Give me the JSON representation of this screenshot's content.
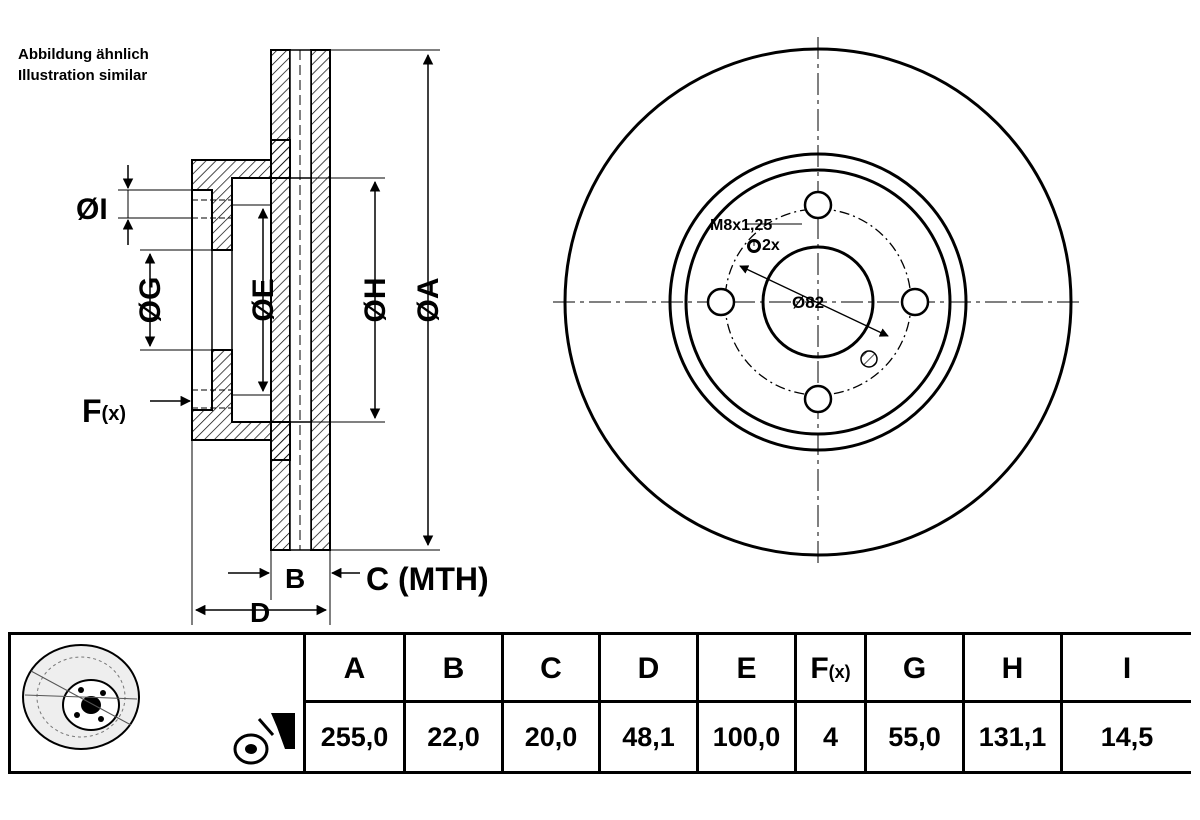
{
  "caption": {
    "line1": "Abbildung ähnlich",
    "line2": "Illustration similar"
  },
  "side_view_labels": {
    "I": "ØI",
    "G": "ØG",
    "E": "ØE",
    "H": "ØH",
    "A": "ØA",
    "F": "F",
    "F_sub": "(x)",
    "B": "B",
    "C": "C (MTH)",
    "D": "D"
  },
  "front_view_labels": {
    "thread": "M8x1,25",
    "thread_count": "2x",
    "center_bore": "Ø82"
  },
  "table": {
    "headers": [
      {
        "key": "A",
        "label": "A"
      },
      {
        "key": "B",
        "label": "B"
      },
      {
        "key": "C",
        "label": "C"
      },
      {
        "key": "D",
        "label": "D"
      },
      {
        "key": "E",
        "label": "E"
      },
      {
        "key": "F",
        "label": "F",
        "sub": "(x)"
      },
      {
        "key": "G",
        "label": "G"
      },
      {
        "key": "H",
        "label": "H"
      },
      {
        "key": "I",
        "label": "I"
      }
    ],
    "values": [
      "255,0",
      "22,0",
      "20,0",
      "48,1",
      "100,0",
      "4",
      "55,0",
      "131,1",
      "14,5"
    ]
  },
  "icons": [
    "brake-disc-thumbnail-icon",
    "caliper-wrench-icon"
  ]
}
